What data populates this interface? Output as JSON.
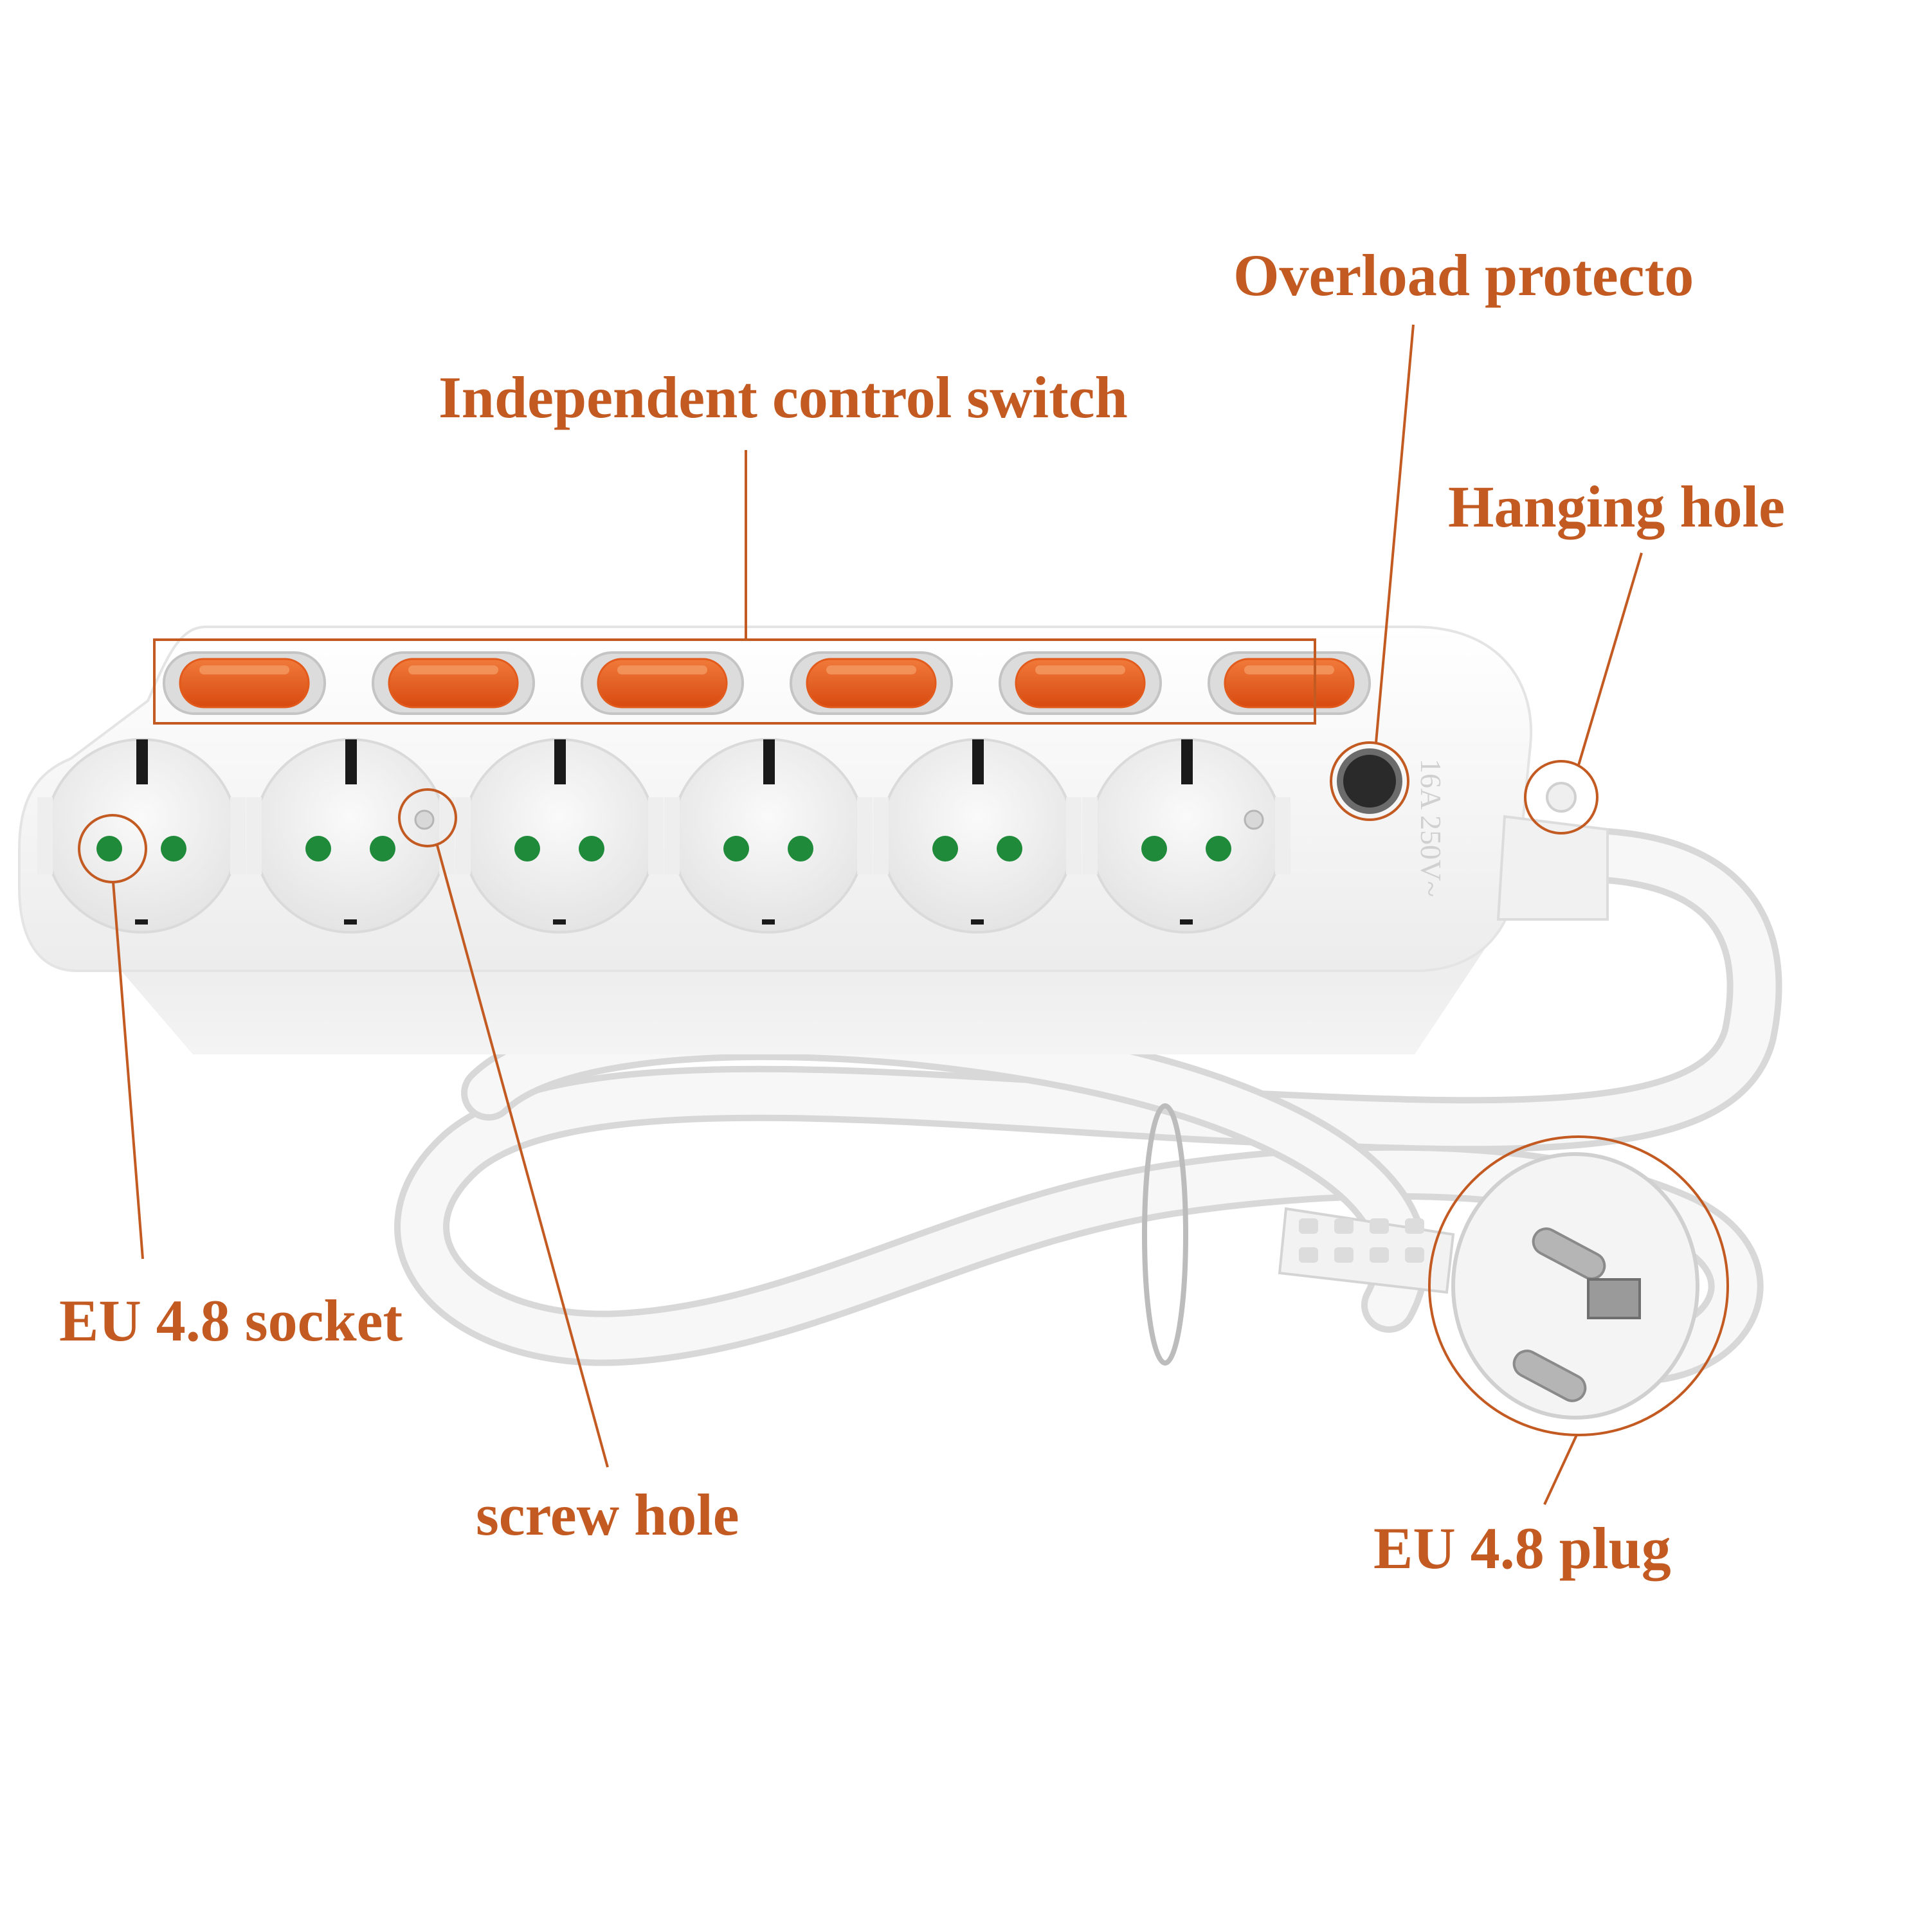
{
  "labels": {
    "switch": "Independent control switch",
    "overload": "Overload protecto",
    "hanging": "Hanging hole",
    "socket": "EU 4.8 socket",
    "screw": "screw hole",
    "plug": "EU 4.8 plug"
  },
  "device": {
    "rating": "16A 250V~",
    "socket_count": 6,
    "switch_count": 6
  },
  "colors": {
    "annotation": "#c25a22",
    "switch_orange": "#e25a1c",
    "contact_green": "#1f8a3a",
    "body_white": "#f2f2f2"
  }
}
